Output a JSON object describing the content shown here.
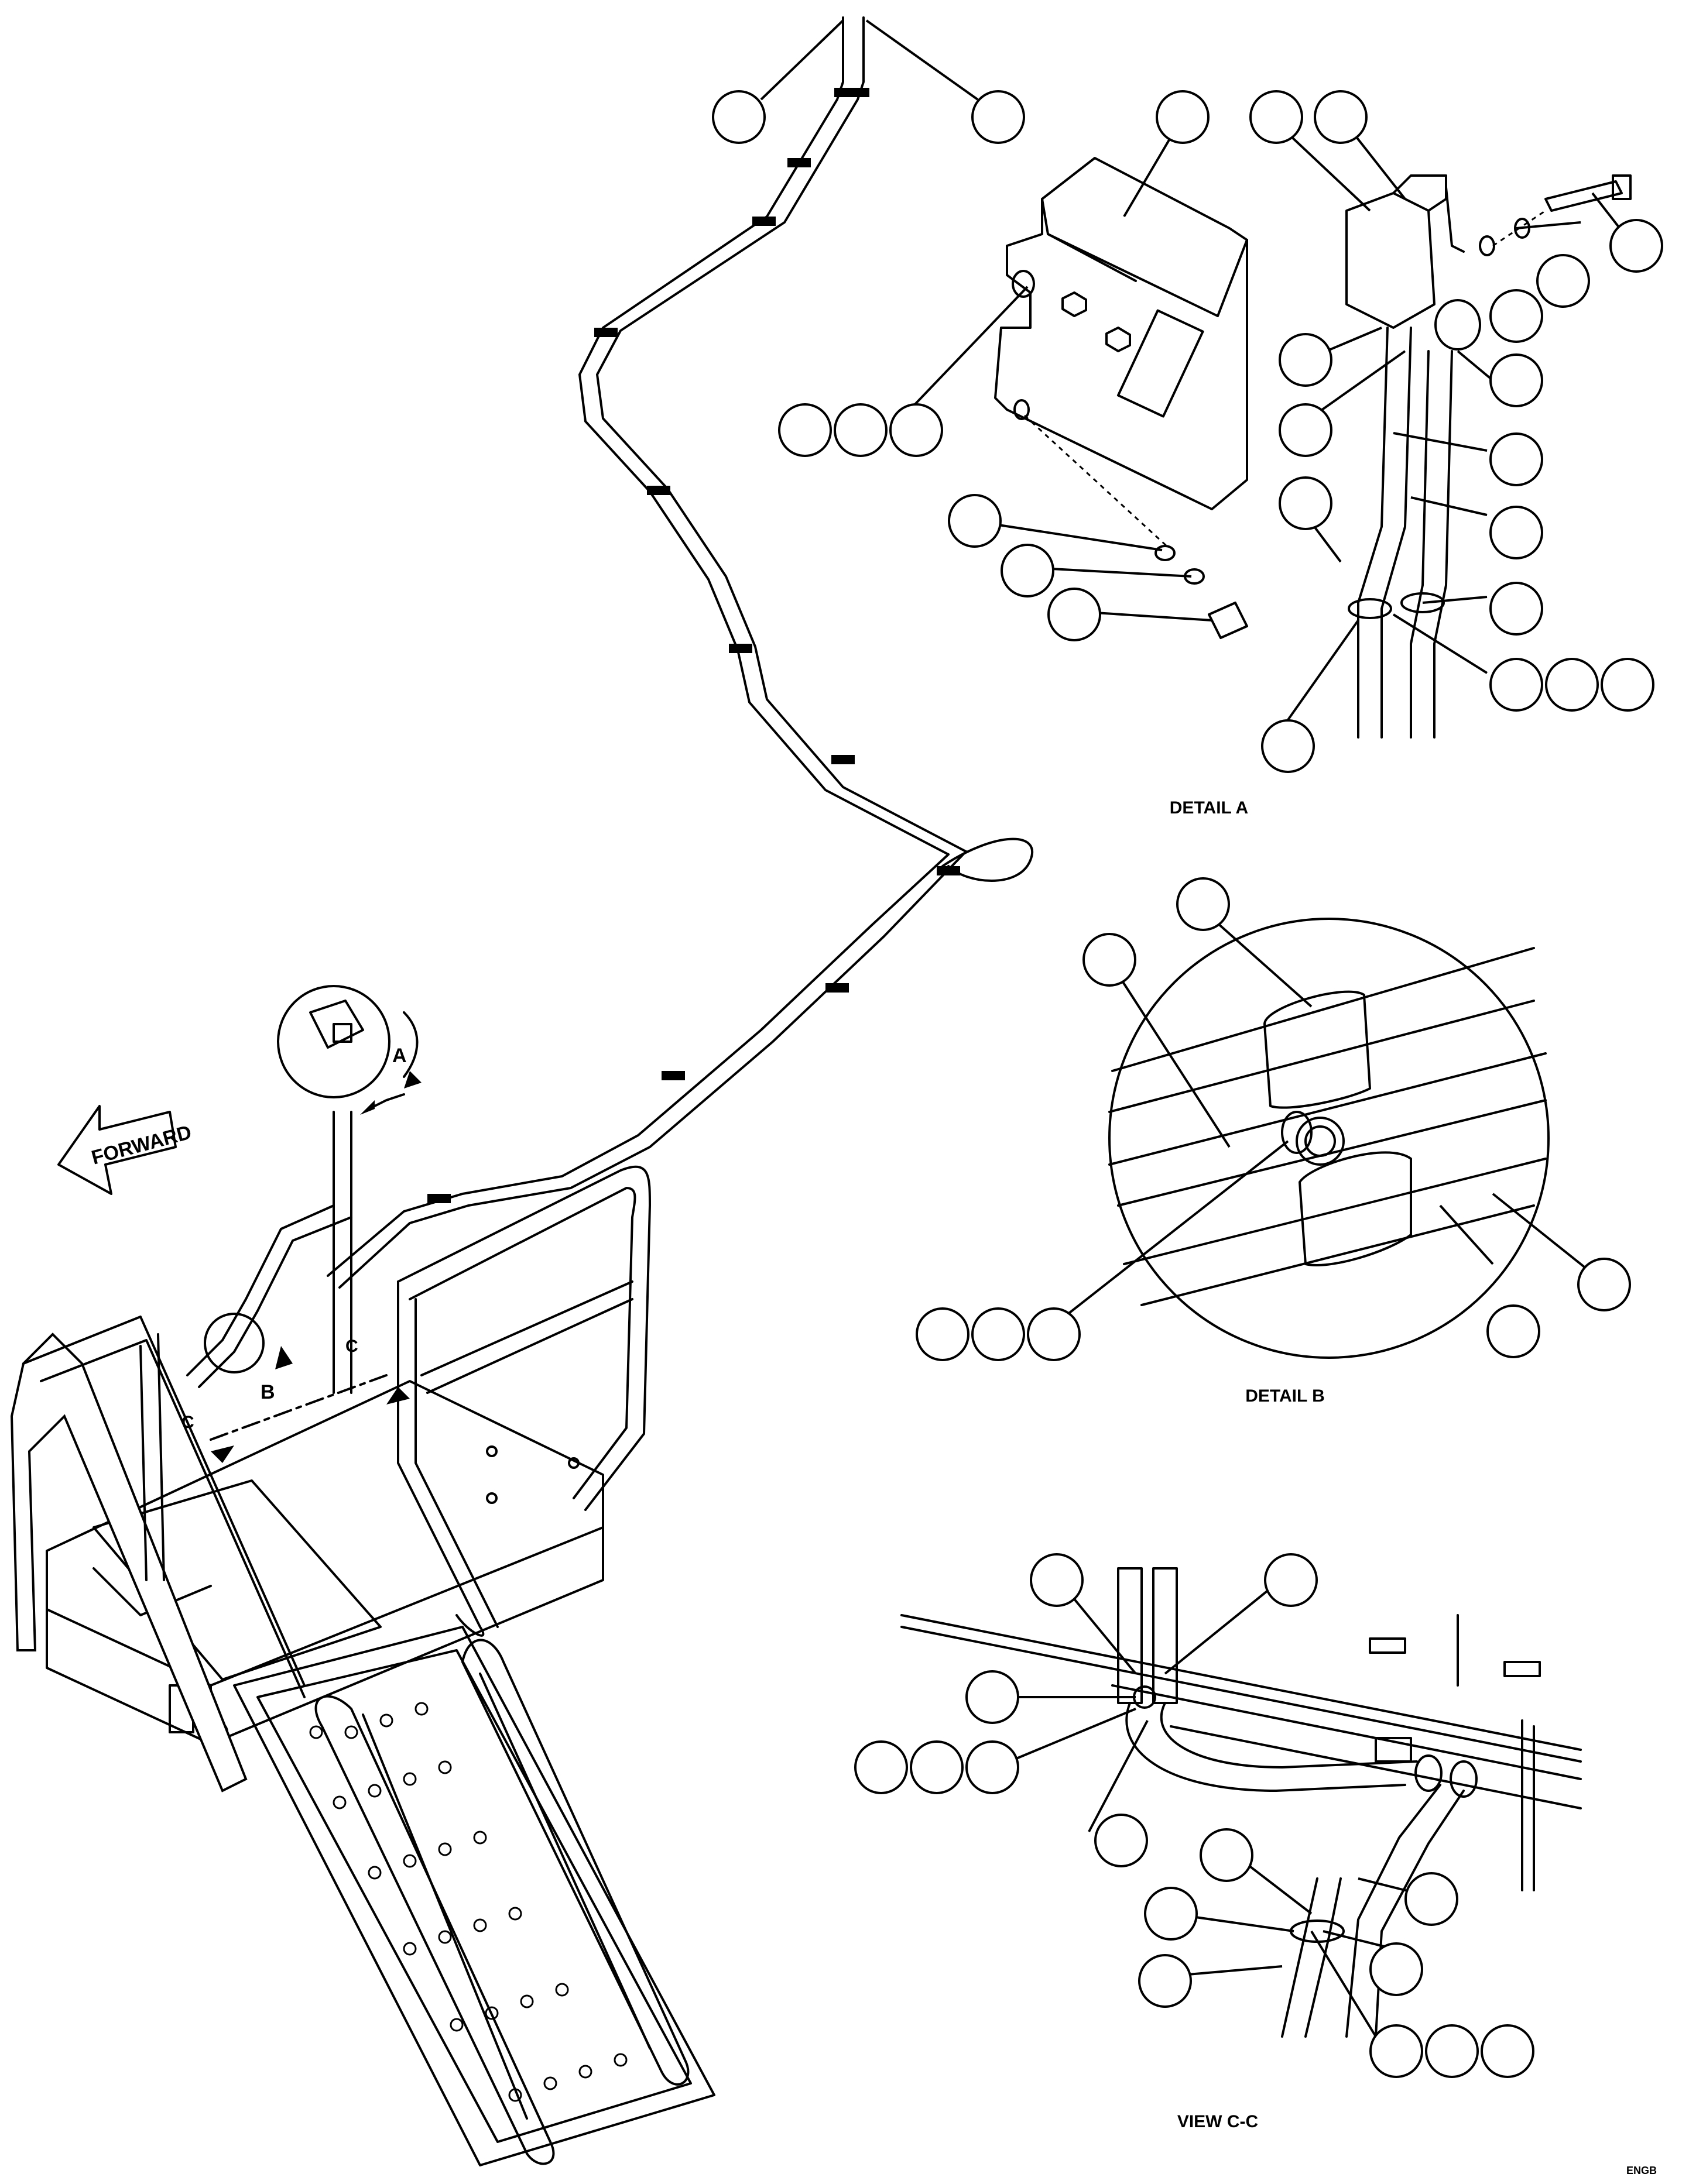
{
  "views": {
    "detail_a_title": "DETAIL A",
    "detail_b_title": "DETAIL B",
    "view_cc_title": "VIEW C-C"
  },
  "main_view": {
    "forward_label": "FORWARD",
    "detail_a_ref": "A",
    "detail_b_ref": "B",
    "section_c_left": "C",
    "section_c_right": "C"
  },
  "figure_id": "ENGB"
}
